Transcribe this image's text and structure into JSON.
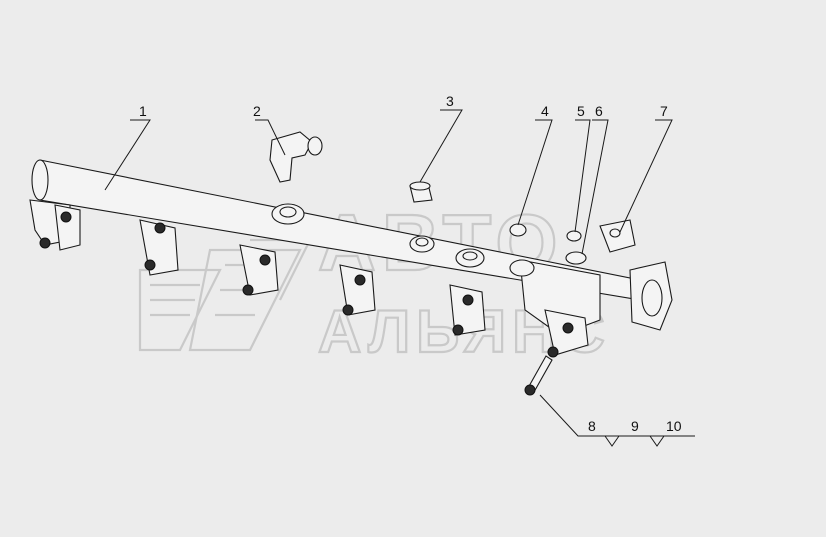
{
  "diagram": {
    "callouts": [
      {
        "id": "c1",
        "label": "1"
      },
      {
        "id": "c2",
        "label": "2"
      },
      {
        "id": "c3",
        "label": "3"
      },
      {
        "id": "c4",
        "label": "4"
      },
      {
        "id": "c5",
        "label": "5"
      },
      {
        "id": "c6",
        "label": "6"
      },
      {
        "id": "c7",
        "label": "7"
      },
      {
        "id": "c8",
        "label": "8"
      },
      {
        "id": "c9",
        "label": "9"
      },
      {
        "id": "c10",
        "label": "10"
      }
    ]
  },
  "watermark": {
    "line1": "АВТО",
    "line2": "АЛЬЯНС"
  }
}
